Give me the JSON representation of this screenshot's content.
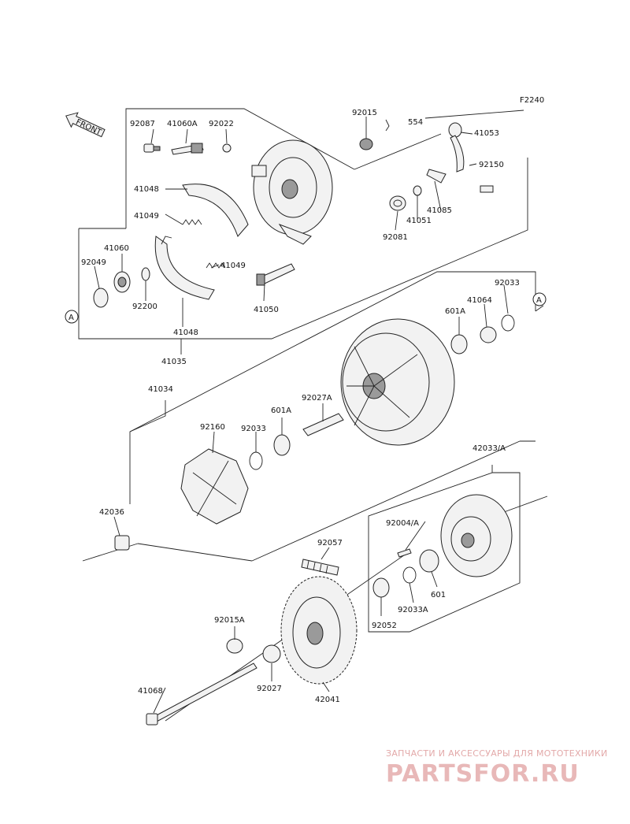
{
  "diagram_code": "F2240",
  "front_label": "FRONT",
  "ref_marker": "A",
  "parts": [
    "92087",
    "41060A",
    "92022",
    "92015",
    "554",
    "41053",
    "92150",
    "41048",
    "41049",
    "41060",
    "92049",
    "92200",
    "41048",
    "41049",
    "41050",
    "41085",
    "41051",
    "92081",
    "41035",
    "92033",
    "41064",
    "601A",
    "41034",
    "92160",
    "92033",
    "601A",
    "92027A",
    "42033/A",
    "42036",
    "92004/A",
    "92057",
    "601",
    "92033A",
    "92052",
    "92015A",
    "92027",
    "42041",
    "41068"
  ],
  "watermark": {
    "line1": "ЗАПЧАСТИ И АКСЕССУАРЫ ДЛЯ МОТОТЕХНИКИ",
    "line2": "PARTSFOR.RU"
  }
}
